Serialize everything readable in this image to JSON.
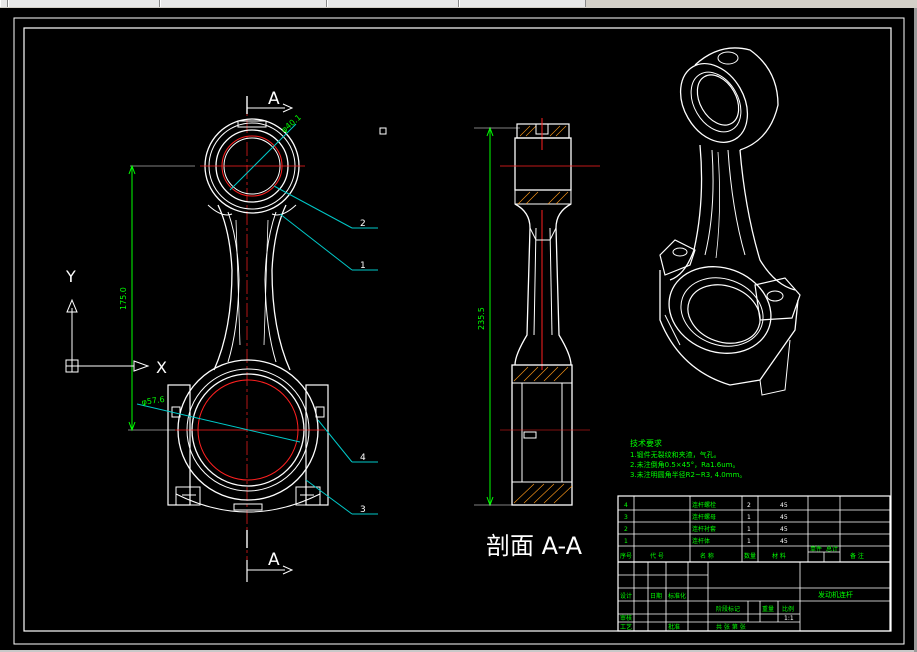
{
  "window": {
    "tabs": [
      "",
      "",
      "",
      ""
    ]
  },
  "drawing": {
    "section_marks": [
      "A",
      "A"
    ],
    "axis_labels": {
      "x": "X",
      "y": "Y"
    },
    "dimensions": {
      "center_distance": "175.0",
      "overall_height": "235.5",
      "small_end_dia": "φ40.1",
      "big_end_dia": "φ57.6"
    },
    "balloons": [
      "2",
      "1",
      "4",
      "3"
    ],
    "section_caption": "剖面 A-A"
  },
  "notes": {
    "title": "技术要求",
    "lines": [
      "1.锻件无裂纹和夹渣，气孔。",
      "2.未注倒角0.5×45°，Ra1.6um。",
      "3.未注明圆角半径R2~R3, 4.0mm。"
    ]
  },
  "title_block": {
    "parts": [
      {
        "no": "4",
        "name": "连杆螺栓",
        "qty": "2",
        "material": "45"
      },
      {
        "no": "3",
        "name": "连杆螺母",
        "qty": "1",
        "material": "45"
      },
      {
        "no": "2",
        "name": "连杆衬套",
        "qty": "1",
        "material": "45"
      },
      {
        "no": "1",
        "name": "连杆体",
        "qty": "1",
        "material": "45"
      }
    ],
    "header": [
      "序号",
      "代 号",
      "名 称",
      "数量",
      "材 料",
      "单件",
      "总计",
      "备 注"
    ],
    "drawing_name": "发动机连杆",
    "labels": {
      "design": "设计",
      "check": "审核",
      "std": "标准化",
      "approve": "批准",
      "stage": "阶段标记",
      "weight": "重量",
      "scale": "比例",
      "scale_val": "1:1",
      "sheet": "共 张 第 张",
      "craft": "工艺",
      "date": "日期"
    }
  }
}
